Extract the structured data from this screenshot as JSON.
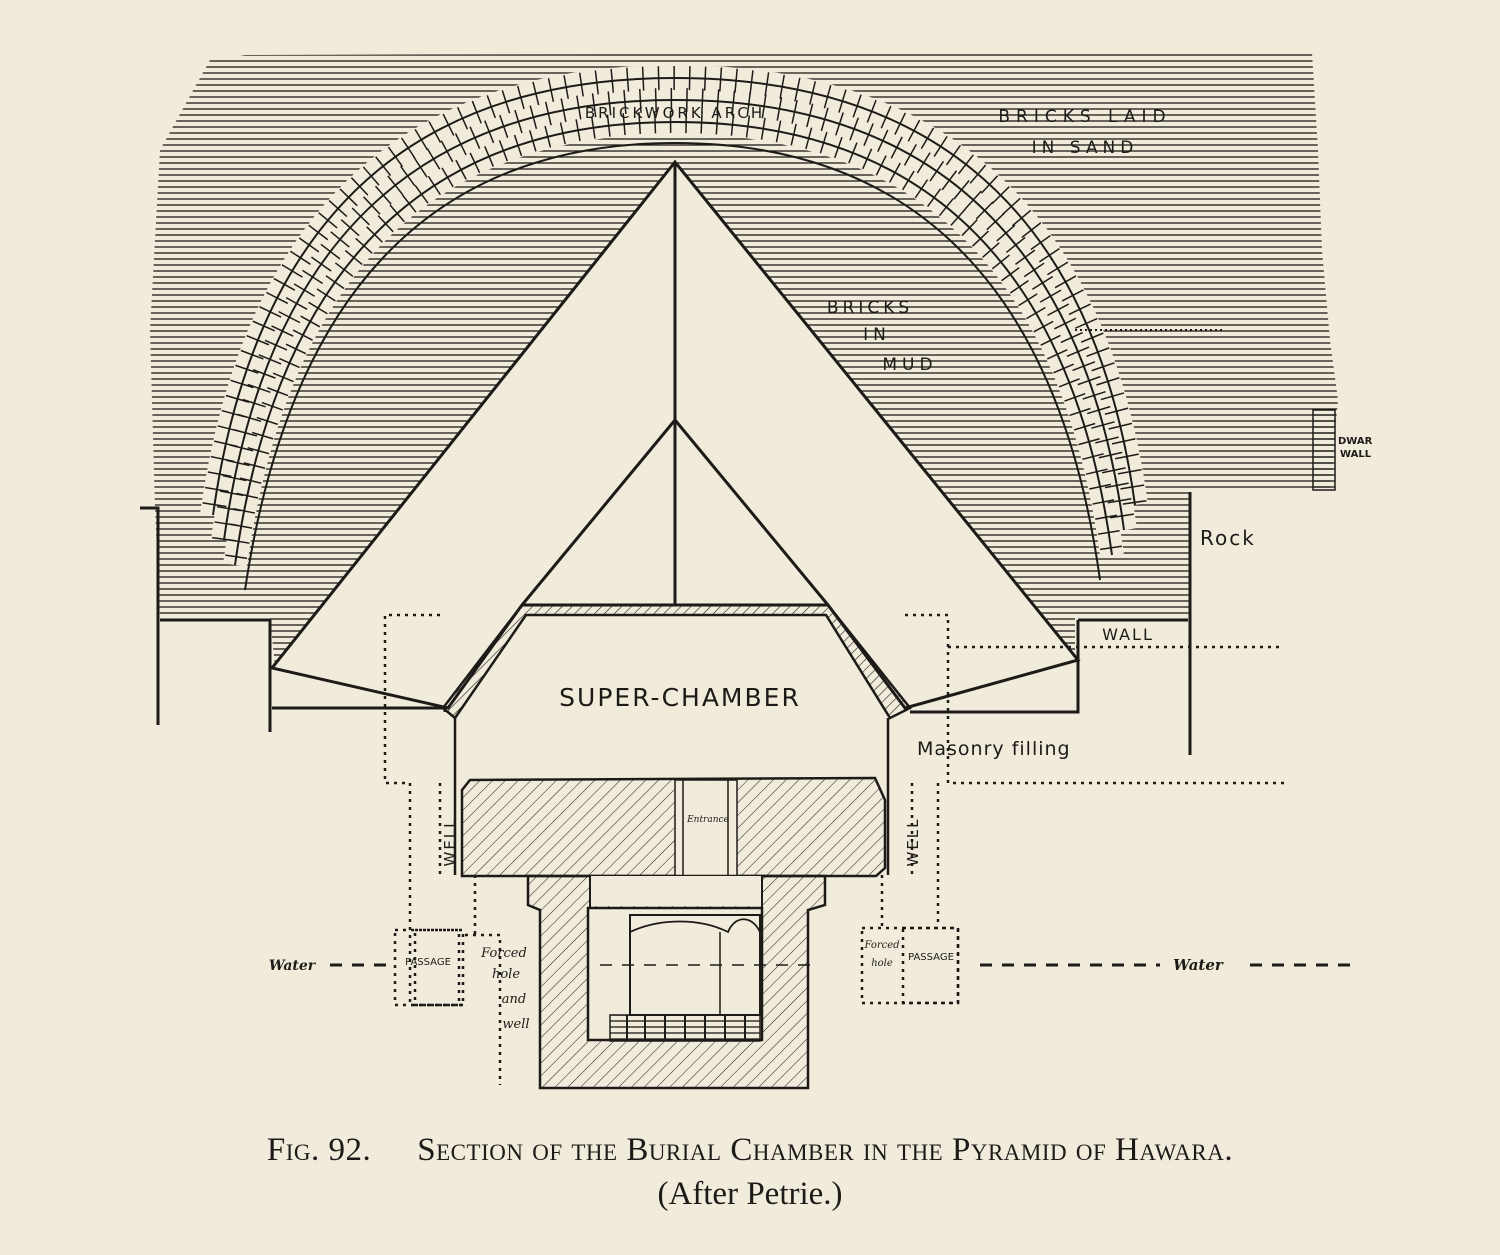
{
  "labels": {
    "brickwork_arch": "BRICKWORK ARCH",
    "bricks_laid_1": "BRICKS LAID",
    "bricks_laid_2": "IN SAND",
    "bricks_mud_1": "BRICKS",
    "bricks_mud_2": "IN",
    "bricks_mud_3": "MUD",
    "dwarf_wall_1": "DWAR",
    "dwarf_wall_2": "WALL",
    "rock": "Rock",
    "wall": "WALL",
    "super_chamber": "SUPER-CHAMBER",
    "masonry_filling": "Masonry filling",
    "well_left": "WELL",
    "well_right": "WELL",
    "entrance": "Entrance",
    "passage_left": "PASSAGE",
    "passage_right": "PASSAGE",
    "forced_hole_left_1": "Forced",
    "forced_hole_left_2": "hole",
    "forced_hole_left_3": "and",
    "forced_hole_left_4": "well",
    "forced_hole_right_1": "Forced",
    "forced_hole_right_2": "hole",
    "water_left": "Water",
    "water_right": "Water"
  },
  "caption": {
    "fig": "Fig. 92.",
    "title": "Section of the Burial Chamber in the Pyramid of Hawara.",
    "source": "(After Petrie.)"
  },
  "colors": {
    "ink": "#1d1b17",
    "paper": "#f1ebdc"
  }
}
